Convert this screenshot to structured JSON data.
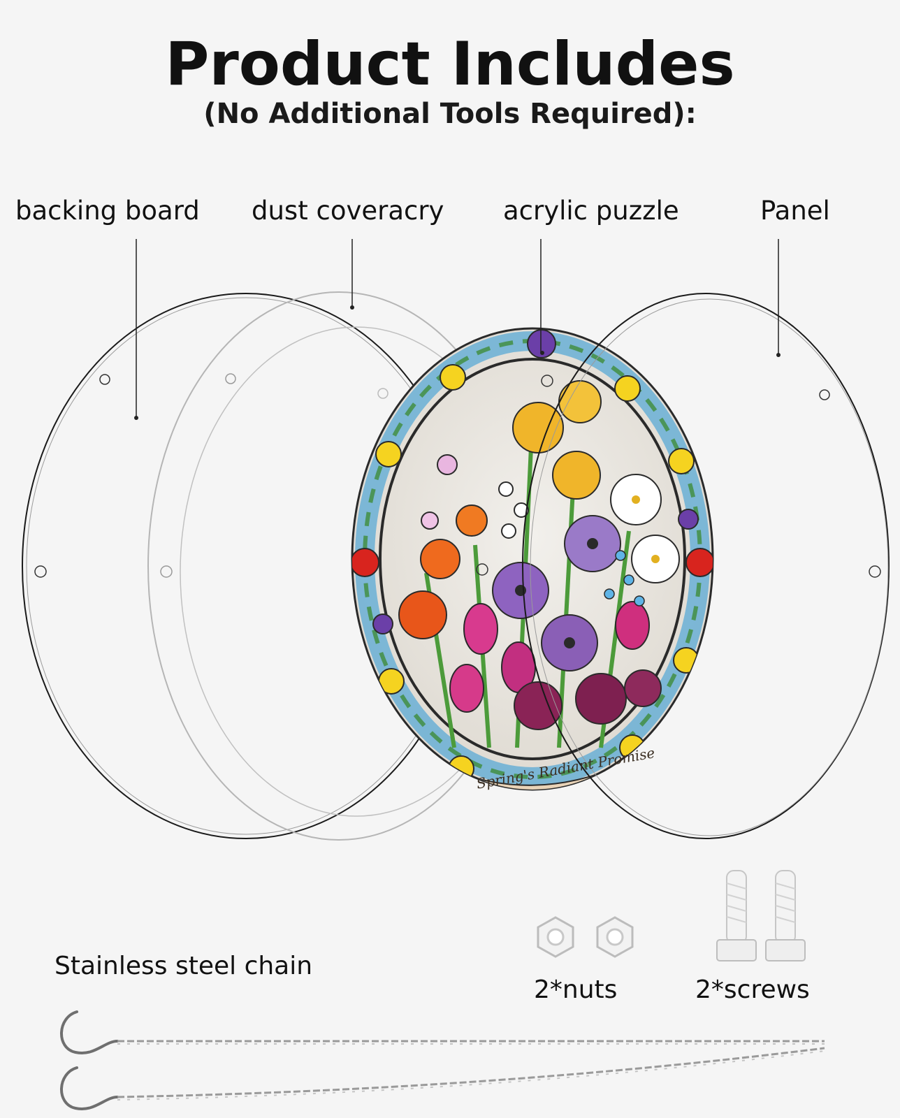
{
  "title": "Product Includes",
  "subtitle": "(No Additional Tools Required):",
  "parts": {
    "backing_board": "backing board",
    "dust_cover": "dust coveracry",
    "acrylic_puzzle": "acrylic puzzle",
    "panel": "Panel"
  },
  "puzzle_caption": "Spring's Radiant Promise",
  "hardware": {
    "chain": "Stainless steel chain",
    "nuts": "2*nuts",
    "screws": "2*screws"
  },
  "colors": {
    "background": "#f5f5f5",
    "text": "#111111"
  }
}
